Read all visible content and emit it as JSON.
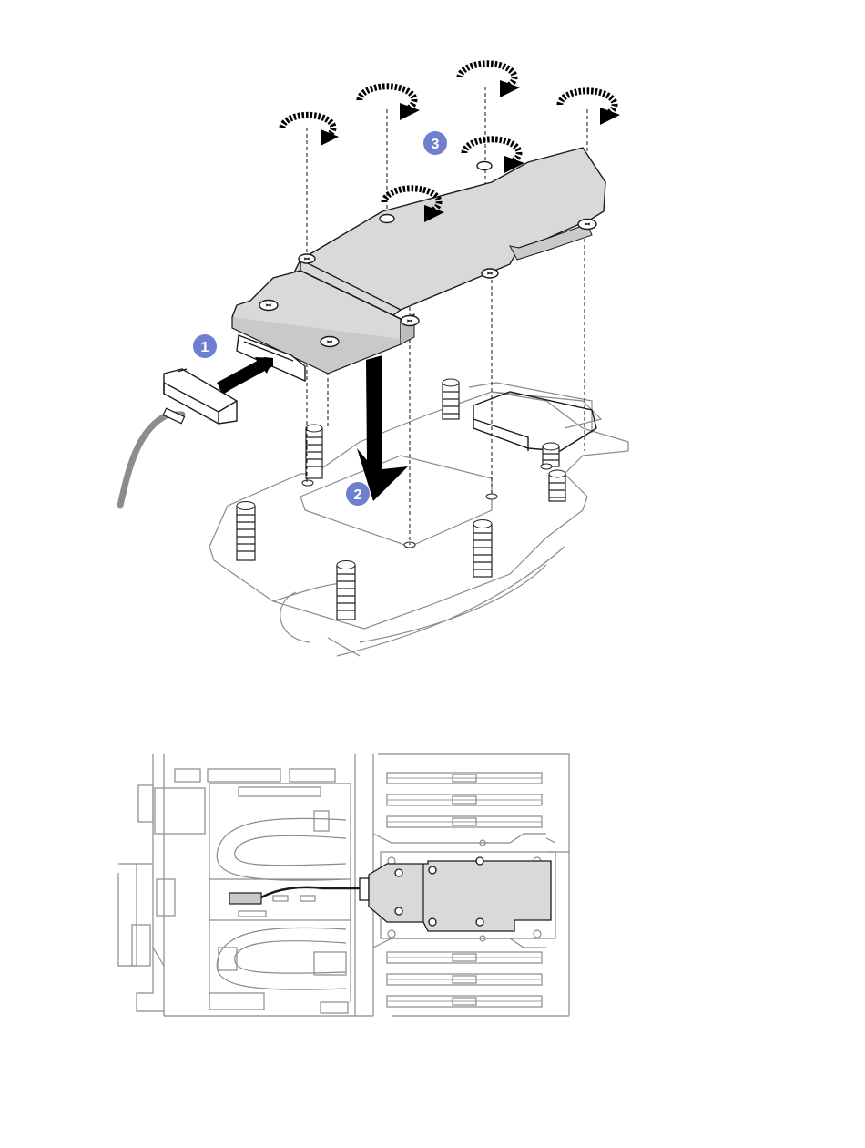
{
  "steps": [
    {
      "number": "1"
    },
    {
      "number": "2"
    },
    {
      "number": "3"
    }
  ],
  "colors": {
    "step_badge": "#6f7fd0",
    "module_fill": "#d9d9d9",
    "outline": "#1a1a1a",
    "tray_outline": "#8a8a8a",
    "cable": "#8c8c8c"
  },
  "icons": [
    "counterclockwise-rotate-icon",
    "arrow-icon",
    "screw-icon",
    "cable-connector-icon"
  ]
}
